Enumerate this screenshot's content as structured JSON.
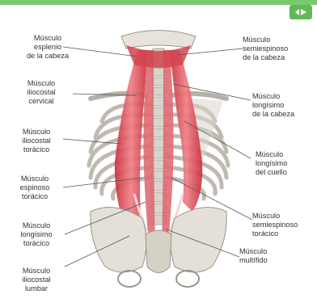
{
  "labels": {
    "l1": "Músculo\nesplenio\nde la cabeza",
    "l2": "Músculo\niliocostal\ncervical",
    "l3": "Músculo\niliocostal\ntorácico",
    "l4": "Músculo\nespinoso\ntorácico",
    "l5": "Músculo\nlongísimo\ntorácico",
    "l6": "Músculo\niliocostal\nlumbar",
    "r1": "Músculo\nsemiespinoso\nde la cabeza",
    "r2": "Músculo\nlongísimo\nde la cabeza",
    "r3": "Músculo\nlongísimo\ndel cuello",
    "r4": "Músculo\nsemiespinoso\ntorácico",
    "r5": "Músculo\nmultífido"
  },
  "colors": {
    "muscle": "#d9434f",
    "muscle_light": "#ec8a90",
    "bone": "#cfccc4",
    "bone_dark": "#8f8a80",
    "leader": "#555555",
    "brand": "#7bc96f"
  },
  "icons": {
    "logo": "kenhub-logo"
  }
}
